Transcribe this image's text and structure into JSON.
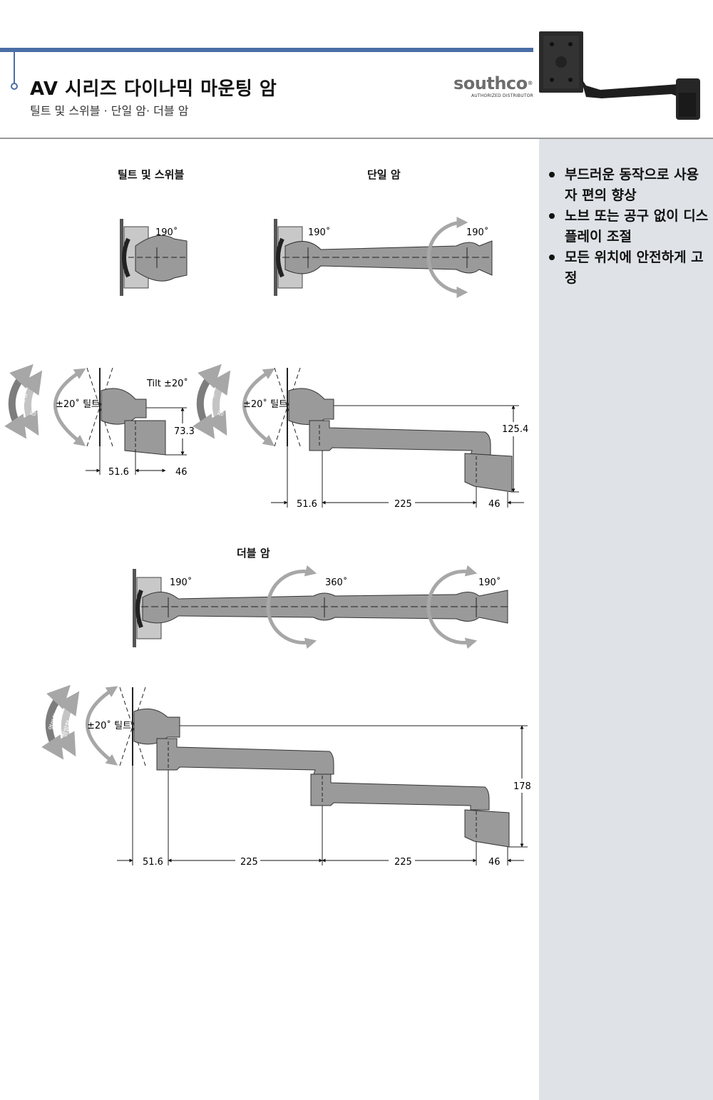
{
  "header": {
    "title": "AV 시리즈 다이나믹 마운팅 암",
    "subtitle": "틸트 및 스위블 · 단일 암· 더블 암"
  },
  "logo": {
    "name": "southco",
    "registered": "®",
    "tagline": "AUTHORIZED DISTRIBUTOR"
  },
  "sections": {
    "tilt_swivel": "틸트 및 스위블",
    "single_arm": "단일 암",
    "double_arm": "더블 암"
  },
  "features": [
    "부드러운 동작으로 사용자 편의 향상",
    "노브 또는 공구 없이 디스플레이 조절",
    "모든 위치에 안전하게 고정"
  ],
  "labels": {
    "rot190": "190˚",
    "rot360": "360˚",
    "tilt_text": "Tilt ±20˚",
    "tilt_kr": "±20˚ 틸트",
    "counterclockwise": "역방향",
    "clockwise": "정방향"
  },
  "dimensions": {
    "plate_offset": "51.6",
    "monitor_depth": "46",
    "tilt_height": "73.3",
    "single_height": "125.4",
    "arm_length": "225",
    "double_height": "178"
  },
  "colors": {
    "accent": "#4a6ea5",
    "sidebar": "#dfe3e7",
    "arm_fill": "#9a9a9a",
    "arrow": "#a7a7a7"
  }
}
